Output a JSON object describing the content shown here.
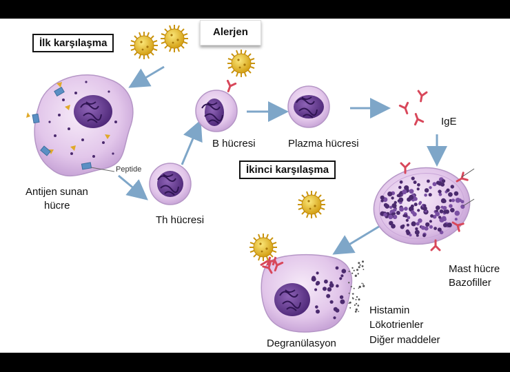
{
  "labels": {
    "first_encounter": "İlk karşılaşma",
    "allergen": "Alerjen",
    "second_encounter": "İkinci karşılaşma",
    "apc_line1": "Antijen sunan",
    "apc_line2": "hücre",
    "peptide": "Peptide",
    "th_cell": "Th hücresi",
    "b_cell": "B hücresi",
    "plasma_cell": "Plazma hücresi",
    "ige": "IgE",
    "mast_line1": "Mast hücre",
    "mast_line2": "Bazofiller",
    "histamine": "Histamin",
    "leukotrienes": "Lökotrienler",
    "other": "Diğer maddeler",
    "degranulation": "Degranülasyon"
  },
  "colors": {
    "cell_fill": "#e2c6ea",
    "cell_edge": "#b596c6",
    "nucleus": "#6a3c95",
    "allergen": "#e6b51e",
    "antibody": "#d8475a",
    "arrow": "#7ea6c8",
    "receptor": "#5a8fc4",
    "peptide": "#e0a92a"
  }
}
